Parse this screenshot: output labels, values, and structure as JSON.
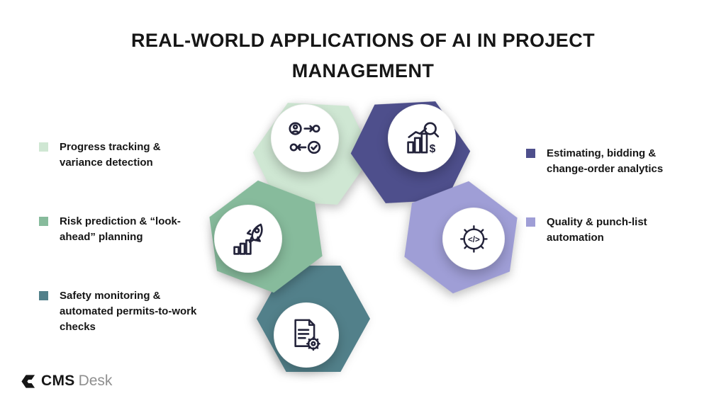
{
  "title": {
    "line1": "REAL-WORLD APPLICATIONS OF AI IN PROJECT",
    "line2": "MANAGEMENT"
  },
  "left_items": [
    {
      "label": "Progress tracking & variance detection",
      "bullet_color": "#cfe7d3"
    },
    {
      "label": "Risk prediction & “look-ahead” planning",
      "bullet_color": "#87bb9c"
    },
    {
      "label": "Safety monitoring & automated permits-to-work checks",
      "bullet_color": "#52808a"
    }
  ],
  "right_items": [
    {
      "label": "Estimating, bidding & change-order analytics",
      "bullet_color": "#4e4f8c"
    },
    {
      "label": "Quality & punch-list automation",
      "bullet_color": "#9f9ed6"
    }
  ],
  "diagram": {
    "segments": [
      {
        "id": "progress-tracking",
        "color": "#cfe7d3",
        "icon": "workflow-checklist-icon"
      },
      {
        "id": "estimating-analytics",
        "color": "#4e4f8c",
        "icon": "chart-magnifier-dollar-icon"
      },
      {
        "id": "quality-automation",
        "color": "#9f9ed6",
        "icon": "gear-code-icon"
      },
      {
        "id": "safety-monitoring",
        "color": "#52808a",
        "icon": "document-gear-icon"
      },
      {
        "id": "risk-prediction",
        "color": "#87bb9c",
        "icon": "rocket-bars-icon"
      }
    ],
    "icon_stroke_color": "#23233a"
  },
  "logo": {
    "brand_primary": "CMS",
    "brand_secondary": "Desk"
  }
}
